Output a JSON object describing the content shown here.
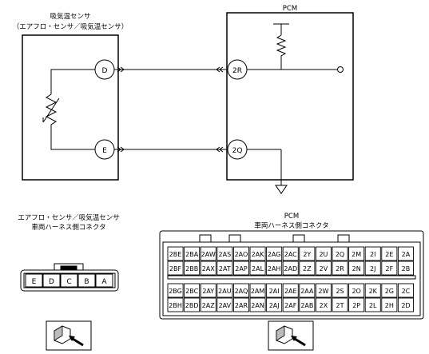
{
  "sensor": {
    "title": "吸気温センサ",
    "subtitle": "（エアフロ・センサ／吸気温センサ）",
    "terminals": [
      "D",
      "E"
    ]
  },
  "pcm": {
    "title": "PCM",
    "terminals": [
      "2R",
      "2Q"
    ]
  },
  "sensor_connector": {
    "title_line1": "エアフロ・センサ／吸気温センサ",
    "title_line2": "車両ハーネス側コネクタ",
    "pins": [
      "E",
      "D",
      "C",
      "B",
      "A"
    ]
  },
  "pcm_connector": {
    "title_line1": "PCM",
    "title_line2": "車両ハーネス側コネクタ",
    "upper_rows": [
      [
        "2BE",
        "2BA",
        "2AW",
        "2AS",
        "2AO",
        "2AK",
        "2AG",
        "2AC",
        "2Y",
        "2U",
        "2Q",
        "2M",
        "2I",
        "2E",
        "2A"
      ],
      [
        "2BF",
        "2BB",
        "2AX",
        "2AT",
        "2AP",
        "2AL",
        "2AH",
        "2AD",
        "2Z",
        "2V",
        "2R",
        "2N",
        "2J",
        "2F",
        "2B"
      ]
    ],
    "lower_rows": [
      [
        "2BG",
        "2BC",
        "2AY",
        "2AU",
        "2AQ",
        "2AM",
        "2AI",
        "2AE",
        "2AA",
        "2W",
        "2S",
        "2O",
        "2K",
        "2G",
        "2C"
      ],
      [
        "2BH",
        "2BD",
        "2AZ",
        "2AV",
        "2AR",
        "2AN",
        "2AJ",
        "2AF",
        "2AB",
        "2X",
        "2T",
        "2P",
        "2L",
        "2H",
        "2D"
      ]
    ]
  },
  "icons": [
    "thermistor-symbol",
    "pullup-resistor-symbol",
    "ground-symbol",
    "connector-view-icon"
  ]
}
